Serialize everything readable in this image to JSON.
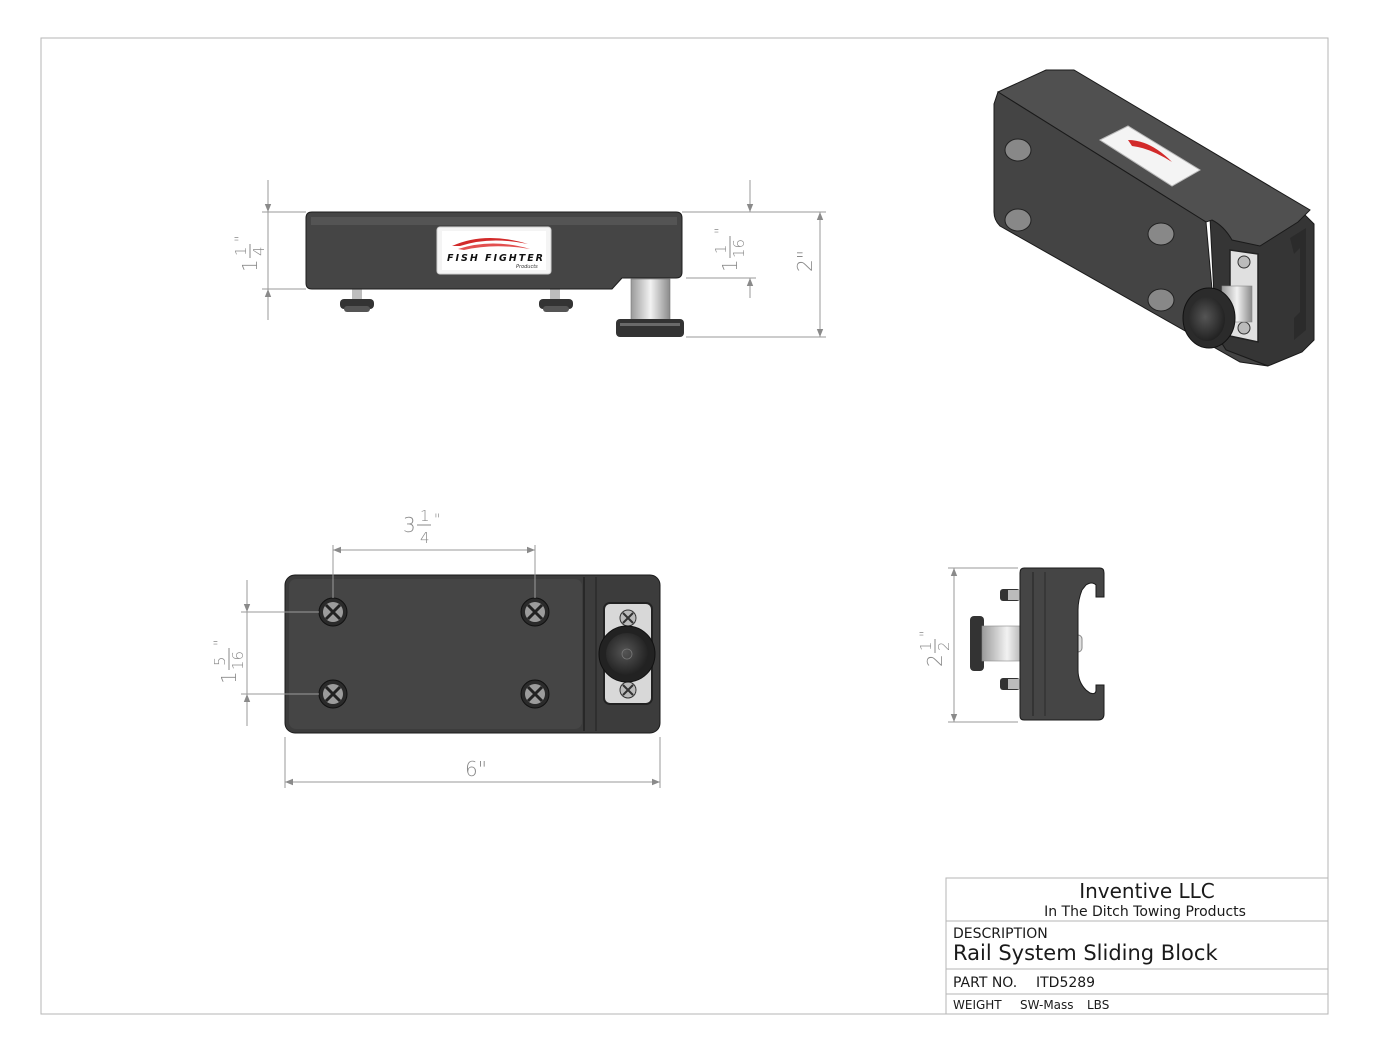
{
  "title_block": {
    "company": "Inventive LLC",
    "division": "In The Ditch Towing Products",
    "description_label": "DESCRIPTION",
    "description": "Rail System Sliding Block",
    "part_label": "PART NO.",
    "part_no": "ITD5289",
    "weight_label": "WEIGHT",
    "weight_value": "SW-Mass",
    "weight_unit": "LBS"
  },
  "logo": {
    "brand": "FISH FIGHTER",
    "sub": "Products"
  },
  "dimensions": {
    "side_height_whole": "1",
    "side_height_num": "1",
    "side_height_den": "4",
    "side_step_whole": "1",
    "side_step_num": "1",
    "side_step_den": "16",
    "side_total": "2\"",
    "hole_spacing_whole": "3",
    "hole_spacing_num": "1",
    "hole_spacing_den": "4",
    "hole_vert_whole": "1",
    "hole_vert_num": "5",
    "hole_vert_den": "16",
    "overall_length": "6\"",
    "end_width_whole": "2",
    "end_width_num": "1",
    "end_width_den": "2",
    "inch_mark": "\""
  },
  "colors": {
    "body": "#454545",
    "body_dark": "#2f2f2f",
    "line": "#9a9a9a",
    "accent": "#d22a2a"
  }
}
